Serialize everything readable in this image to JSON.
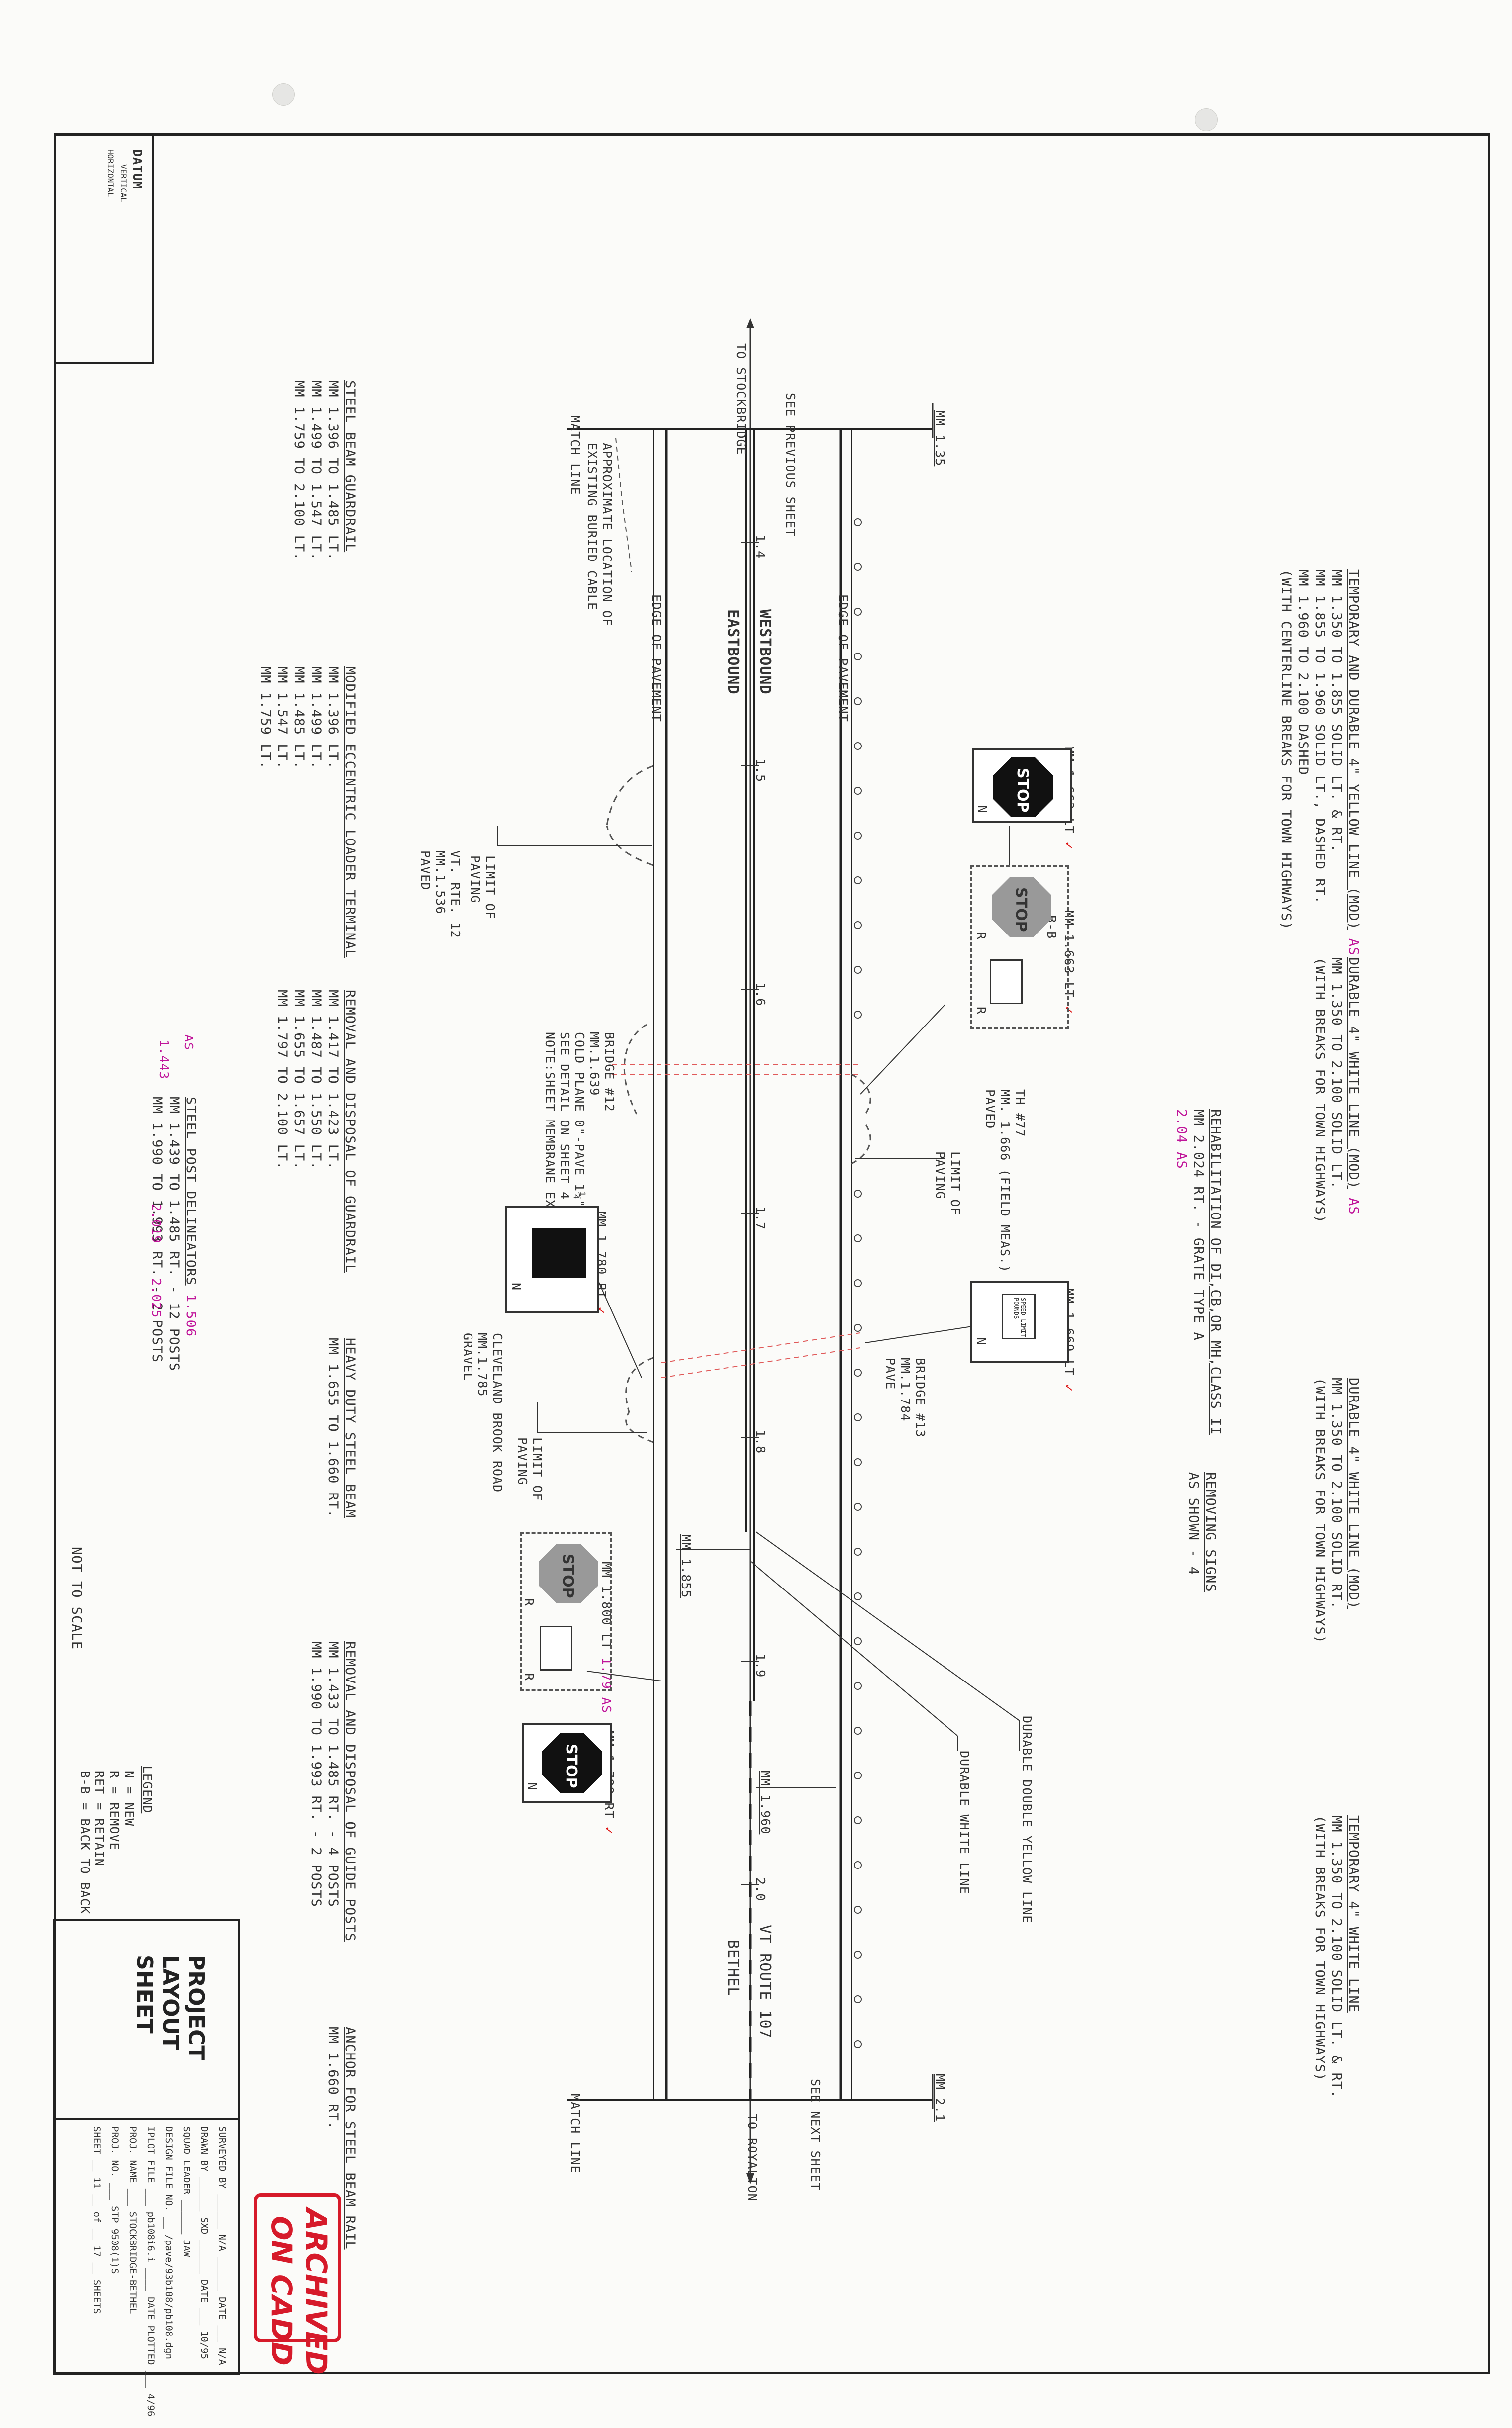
{
  "sheet": {
    "datum": {
      "title": "DATUM",
      "vertical": "VERTICAL",
      "horizontal": "HORIZONTAL"
    },
    "not_to_scale": "NOT TO SCALE",
    "title_block": {
      "title_lines": [
        "PROJECT",
        "LAYOUT",
        "SHEET"
      ],
      "surveyed_by": "SURVEYED BY ______ N/A ______ DATE ___ N/A",
      "drawn_by": "DRAWN BY ______ SXD ______ DATE ___ 10/95",
      "squad_leader": "SQUAD LEADER ______ JAW",
      "design_file": "DESIGN FILE NO. __ /pave/93b108/pb108.dgn",
      "iplot_file": "IPLOT FILE ___ pb108i6.i ____ DATE PLOTTED ___ 4/96",
      "proj_name": "PROJ. NAME ___ STOCKBRIDGE-BETHEL",
      "proj_no": "PROJ. NO. ___ STP 9508(1)S",
      "sheet_of": "SHEET __ 11 __ of __ 17 __ SHEETS"
    },
    "stamp": {
      "line1": "ARCHIVED",
      "line2": "ON CADD"
    }
  },
  "legend": {
    "title": "LEGEND",
    "items": [
      "N  =  NEW",
      "R  =  REMOVE",
      "RET =  RETAIN",
      "B-B =  BACK TO BACK"
    ]
  },
  "notes_top": [
    {
      "title": "TEMPORARY AND DURABLE 4\" YELLOW LINE (MOD)",
      "mark": "AS",
      "lines": [
        "MM  1.350  TO  1.855  SOLID LT. & RT.",
        "MM  1.855  TO  1.960  SOLID LT., DASHED RT.",
        "MM  1.960  TO  2.100  DASHED",
        "(WITH CENTERLINE BREAKS FOR TOWN HIGHWAYS)"
      ]
    },
    {
      "title": "DURABLE 4\" WHITE LINE (MOD)",
      "mark": "AS",
      "lines": [
        "MM  1.350  TO 2.100 SOLID LT.",
        "(WITH BREAKS FOR TOWN HIGHWAYS)"
      ]
    },
    {
      "title": "REHABILITATION OF DI,CB,OR MH,CLASS II",
      "lines": [
        "MM  2.024  RT. - GRATE TYPE A",
        "2.04  AS"
      ]
    },
    {
      "title": "DURABLE 4\" WHITE LINE (MOD)",
      "lines": [
        "MM  1.350 TO 2.100 SOLID RT.",
        "(WITH BREAKS FOR TOWN HIGHWAYS)"
      ]
    },
    {
      "title": "REMOVING SIGNS",
      "lines": [
        "AS SHOWN  -  4"
      ]
    },
    {
      "title": "TEMPORARY 4\" WHITE LINE",
      "lines": [
        "MM  1.350  TO  2.100  SOLID LT. & RT.",
        "(WITH BREAKS FOR TOWN HIGHWAYS)"
      ]
    }
  ],
  "notes_bottom": [
    {
      "title": "STEEL BEAM GUARDRAIL",
      "lines": [
        "MM  1.396  TO  1.485  LT.",
        "MM  1.499  TO  1.547  LT.",
        "MM  1.759  TO  2.100  LT."
      ]
    },
    {
      "title": "MODIFIED ECCENTRIC LOADER TERMINAL",
      "lines": [
        "MM  1.396  LT.",
        "MM  1.499  LT.",
        "MM  1.485  LT.",
        "MM  1.547  LT.",
        "MM  1.759  LT."
      ]
    },
    {
      "title": "REMOVAL AND DISPOSAL OF GUARDRAIL",
      "lines": [
        "MM  1.417  TO  1.423  LT.",
        "MM  1.487  TO  1.550  LT.",
        "MM  1.655  TO  1.657  LT.",
        "MM  1.797  TO  2.100  LT."
      ]
    },
    {
      "title": "STEEL POST DELINEATORS",
      "lines": [
        "MM  1.439  TO  1.485  RT. - 12 POSTS",
        "MM  1.990  TO  1.993  RT. - 2 POSTS"
      ],
      "marks": [
        "1.443",
        "1.506",
        "2.019",
        "2.025",
        "AS"
      ]
    },
    {
      "title": "HEAVY DUTY STEEL BEAM",
      "lines": [
        "MM  1.655  TO  1.660  RT."
      ]
    },
    {
      "title": "REMOVAL AND DISPOSAL OF GUIDE POSTS",
      "lines": [
        "MM  1.433  TO  1.485  RT. - 4 POSTS",
        "MM  1.990  TO  1.993  RT. - 2 POSTS"
      ]
    },
    {
      "title": "ANCHOR FOR STEEL BEAM RAIL",
      "lines": [
        "MM  1.660  RT."
      ]
    }
  ],
  "plan": {
    "match_line": "MATCH LINE",
    "see_previous": "SEE PREVIOUS SHEET",
    "see_next": "SEE NEXT SHEET",
    "mm_start": "MM 1.35",
    "mm_end": "MM 2.1",
    "to_stockbridge": "TO STOCKBRIDGE",
    "to_royalton": "TO ROYALTON",
    "westbound": "WESTBOUND",
    "eastbound": "EASTBOUND",
    "edge_of_pavement": "EDGE OF PAVEMENT",
    "route": "VT ROUTE 107",
    "bethel": "BETHEL",
    "stations": [
      "1.4",
      "1.5",
      "1.6",
      "1.7",
      "1.8",
      "1.9",
      "2.0"
    ],
    "mm_1855": "MM 1.855",
    "mm_1960": "MM 1.960",
    "buried_cable": [
      "APPROXIMATE LOCATION OF",
      "EXISTING BURIED CABLE"
    ],
    "vt_rte_12": [
      "VT. RTE. 12",
      "MM.1.536",
      "PAVED"
    ],
    "limit_of_paving": [
      "LIMIT OF",
      "PAVING"
    ],
    "bridge12": [
      "BRIDGE #12",
      "MM.1.639",
      "COLD PLANE 0\"-PAVE 1¼\"",
      "SEE DETAIL ON SHEET 4",
      "NOTE:SHEET MEMBRANE EXISTS"
    ],
    "th77": [
      "TH #77",
      "MM. 1.666 (FIELD MEAS.)",
      "PAVED"
    ],
    "bridge13": [
      "BRIDGE #13",
      "MM.1.784",
      "PAVE"
    ],
    "cleveland": [
      "CLEVELAND BROOK ROAD",
      "MM.1.785",
      "GRAVEL"
    ],
    "durable_double_yellow": "DURABLE DOUBLE YELLOW LINE",
    "durable_white": "DURABLE WHITE LINE",
    "signs": [
      {
        "label": "MM 1.663 LT",
        "type": "STOP"
      },
      {
        "label": "MM 1.663 LT",
        "type": "STOP / SPEED LIMIT B-B"
      },
      {
        "label": "MM 1.669 LT",
        "type": "SPEED LIMIT"
      },
      {
        "label": "MM 1.780 RT",
        "type": "BLACK"
      },
      {
        "label": "MM 1.800 LT",
        "type": "STOP / SPEED LIMIT B-B",
        "mark": "1.79 AS"
      },
      {
        "label": "MM 1.788 RT",
        "type": "STOP"
      }
    ],
    "stop_word": "STOP",
    "speed_limit_text": [
      "SPEED LIMIT",
      "POUNDS"
    ],
    "bb": "B-B",
    "n": "N",
    "r": "R"
  }
}
